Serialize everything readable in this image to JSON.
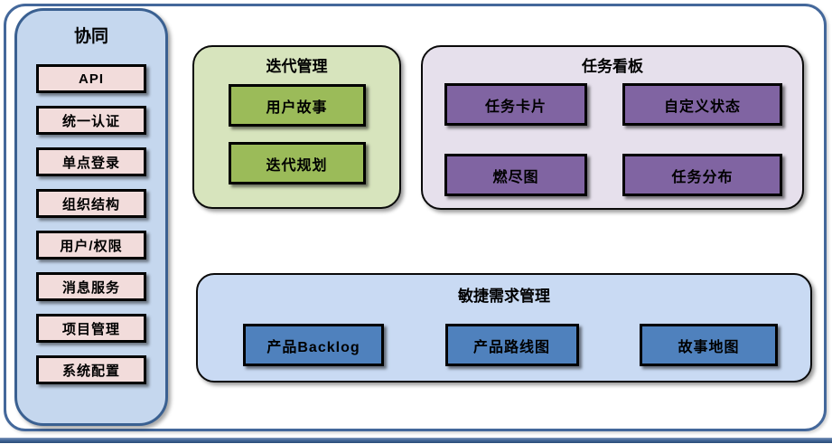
{
  "sidebar": {
    "title": "协同",
    "items": [
      "API",
      "统一认证",
      "单点登录",
      "组织结构",
      "用户/权限",
      "消息服务",
      "项目管理",
      "系统配置"
    ]
  },
  "panels": {
    "iteration": {
      "title": "迭代管理",
      "items": [
        "用户故事",
        "迭代规划"
      ]
    },
    "kanban": {
      "title": "任务看板",
      "items": [
        "任务卡片",
        "自定义状态",
        "燃尽图",
        "任务分布"
      ]
    },
    "agile": {
      "title": "敏捷需求管理",
      "items": [
        "产品Backlog",
        "产品路线图",
        "故事地图"
      ]
    }
  },
  "colors": {
    "frame_border": "#44689B",
    "bottom_strip": "#2A4C78",
    "sidebar_fill": "#C5D7EE",
    "sidebar_border": "#3A6091",
    "sidebar_item_fill": "#F2DCDB",
    "iteration_panel_fill": "#D7E4BD",
    "iteration_box_fill": "#9BBB59",
    "kanban_panel_fill": "#E6E0EC",
    "kanban_box_fill": "#8064A2",
    "agile_panel_fill": "#C9DAF3",
    "agile_box_fill": "#4F81BD",
    "box_border": "#000000",
    "text": "#000000"
  }
}
